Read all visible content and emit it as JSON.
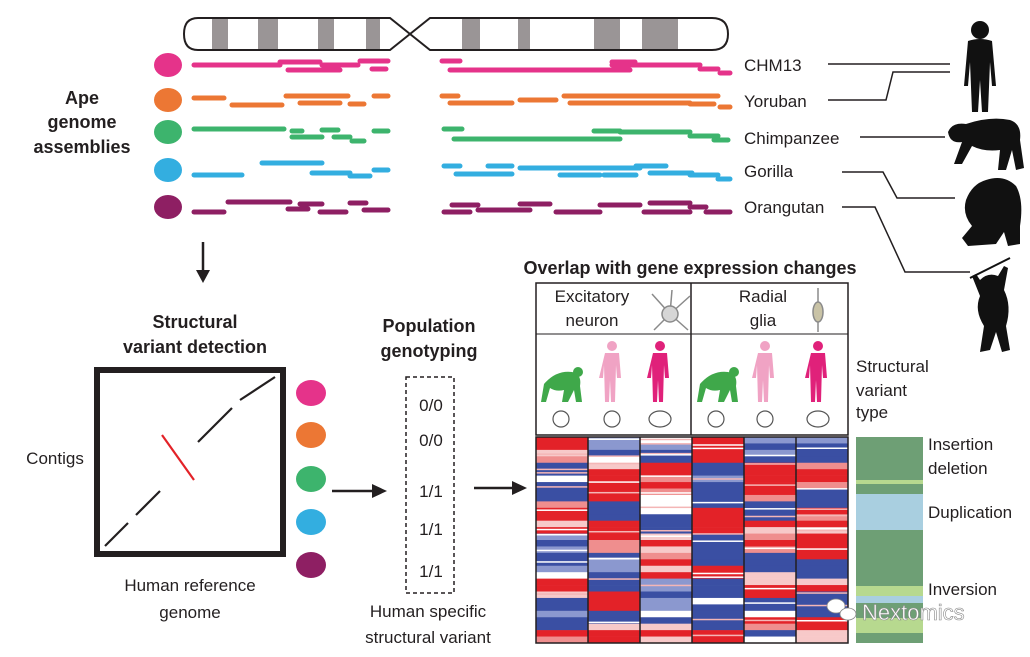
{
  "assemblies_label": [
    "Ape",
    "genome",
    "assemblies"
  ],
  "genomes": [
    {
      "name": "CHM13",
      "color": "#e5338a"
    },
    {
      "name": "Yoruban",
      "color": "#ec7734"
    },
    {
      "name": "Chimpanzee",
      "color": "#3db46d"
    },
    {
      "name": "Gorilla",
      "color": "#33aee0"
    },
    {
      "name": "Orangutan",
      "color": "#8e1f63"
    }
  ],
  "sv_detection_title": [
    "Structural",
    "variant detection"
  ],
  "contigs_label": "Contigs",
  "reference_label": [
    "Human reference",
    "genome"
  ],
  "genotyping_title": [
    "Population",
    "genotyping"
  ],
  "genotypes": [
    "0/0",
    "0/0",
    "1/1",
    "1/1",
    "1/1"
  ],
  "specific_label": [
    "Human specific",
    "structural variant"
  ],
  "expression_title": "Overlap with gene expression changes",
  "cell_types": [
    {
      "label": [
        "Excitatory",
        "neuron"
      ],
      "icon": "neuron-icon"
    },
    {
      "label": [
        "Radial",
        "glia"
      ],
      "icon": "radial-glia-icon"
    }
  ],
  "sv_type_label": [
    "Structural",
    "variant",
    "type"
  ],
  "sv_types": [
    {
      "label": [
        "Insertion",
        "deletion"
      ],
      "color": "#6e9f75"
    },
    {
      "label": [
        "Duplication"
      ],
      "color": "#a9cfe0"
    },
    {
      "label": [
        "Inversion"
      ],
      "color": "#b7d98f"
    }
  ],
  "watermark": "Nextomics",
  "colors": {
    "heat_red": "#e32228",
    "heat_blue": "#3a4fa3",
    "chromosome_band": "#9a9596",
    "silhouette": "#111111",
    "chimp_green": "#3fa84a",
    "human_pink": "#f0a3c4",
    "human_magenta": "#e0217a"
  }
}
